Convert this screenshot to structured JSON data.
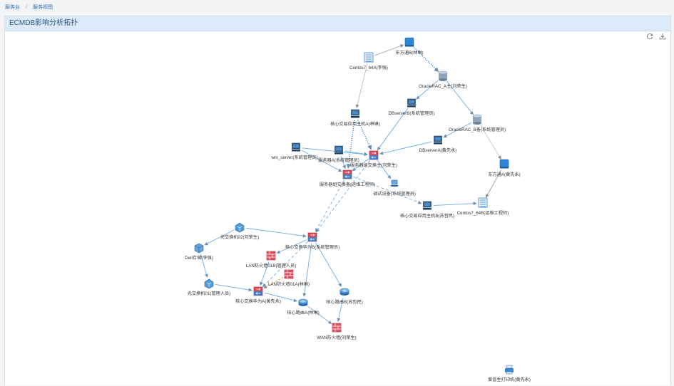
{
  "breadcrumb": {
    "home": "服务台",
    "current": "服务视图"
  },
  "panel": {
    "title": "ECMDB影响分析拓扑"
  },
  "colors": {
    "accent": "#2a6fb8",
    "header_bg": "#dcebf9",
    "edge": "#7eb3e0",
    "edge_dashed_orange": "#e8a23c"
  },
  "nodes": [
    {
      "id": "dongfang_b",
      "label": "东方通B(林琳)",
      "icon": "app-server-icon"
    },
    {
      "id": "centos_a",
      "label": "Centos7_64A(李强)",
      "icon": "os-list-icon"
    },
    {
      "id": "oracle_main",
      "label": "OracleRAC_A主(刘荣生)",
      "icon": "database-icon"
    },
    {
      "id": "dbserver_b",
      "label": "DBserverB(系统管理员)",
      "icon": "pc-icon"
    },
    {
      "id": "core_host_a",
      "label": "核心交易应用主机A(林琳)",
      "icon": "pc-icon"
    },
    {
      "id": "oracle_b",
      "label": "OracleRAC_B备(系统管理员)",
      "icon": "database-icon"
    },
    {
      "id": "dbserver_a",
      "label": "DBserverA(黄先永)",
      "icon": "pc-icon"
    },
    {
      "id": "win_server",
      "label": "win_server(系统管理员)",
      "icon": "pc-icon"
    },
    {
      "id": "server_a",
      "label": "服务器A(系统管理员)",
      "icon": "pc-icon"
    },
    {
      "id": "sw_main",
      "label": "服务器组交换主(刘荣生)",
      "icon": "switch-icon"
    },
    {
      "id": "sw_backup",
      "label": "服务器组交换备(运维工程师)",
      "icon": "switch-icon"
    },
    {
      "id": "dongfang_a",
      "label": "东方通A(黄先永)",
      "icon": "app-server-icon"
    },
    {
      "id": "debug_dev",
      "label": "调试设备(系统管理员)",
      "icon": "laptop-icon"
    },
    {
      "id": "centos_b",
      "label": "Centos7_64B(运维工程师)",
      "icon": "os-list-icon"
    },
    {
      "id": "core_host_b",
      "label": "核心交易应用主机B(苏哲民)",
      "icon": "pc-icon"
    },
    {
      "id": "fc_sw_02",
      "label": "光交换机02(刘荣生)",
      "icon": "fc-switch-icon"
    },
    {
      "id": "core_sw_b",
      "label": "核心交换华为B(系统管理员)",
      "icon": "switch-icon"
    },
    {
      "id": "dell_storage",
      "label": "Dell存储(李强)",
      "icon": "storage-icon"
    },
    {
      "id": "lan_fw_01b",
      "label": "LAN防火墙01B(管理人员)",
      "icon": "firewall-icon"
    },
    {
      "id": "lan_fw_01a",
      "label": "LAN防火墙01A(林琳)",
      "icon": "firewall-icon"
    },
    {
      "id": "fc_sw_01",
      "label": "光交换机01(管理人员)",
      "icon": "fc-switch-icon"
    },
    {
      "id": "core_sw_a",
      "label": "核心交换华为A(黄先永)",
      "icon": "switch-icon"
    },
    {
      "id": "core_router_b",
      "label": "核心路由B(苏哲民)",
      "icon": "router-icon"
    },
    {
      "id": "core_router_a",
      "label": "核心路由A(林琳)",
      "icon": "router-icon"
    },
    {
      "id": "wan_fw",
      "label": "WAN防火墙(刘荣生)",
      "icon": "firewall-icon"
    },
    {
      "id": "printer",
      "label": "爱普生打印机(黄先永)",
      "icon": "printer-icon"
    }
  ],
  "edges": [
    [
      "centos_a",
      "dongfang_b",
      "solid"
    ],
    [
      "dongfang_b",
      "oracle_main",
      "dotted"
    ],
    [
      "oracle_main",
      "dbserver_b",
      "solid"
    ],
    [
      "oracle_main",
      "oracle_b",
      "solid"
    ],
    [
      "centos_a",
      "core_host_a",
      "solid"
    ],
    [
      "core_host_a",
      "sw_main",
      "dotted"
    ],
    [
      "core_host_a",
      "sw_backup",
      "dotted"
    ],
    [
      "dbserver_b",
      "sw_main",
      "solid"
    ],
    [
      "dbserver_a",
      "sw_main",
      "solid"
    ],
    [
      "oracle_b",
      "dbserver_a",
      "solid"
    ],
    [
      "oracle_b",
      "dongfang_a",
      "solid"
    ],
    [
      "dongfang_a",
      "centos_b",
      "solid"
    ],
    [
      "win_server",
      "sw_backup",
      "solid"
    ],
    [
      "win_server",
      "sw_main",
      "solid"
    ],
    [
      "server_a",
      "sw_main",
      "solid"
    ],
    [
      "server_a",
      "sw_backup",
      "solid"
    ],
    [
      "sw_main",
      "sw_backup",
      "solid"
    ],
    [
      "sw_main",
      "debug_dev",
      "solid"
    ],
    [
      "sw_backup",
      "core_host_b",
      "dashed"
    ],
    [
      "core_host_b",
      "centos_b",
      "solid"
    ],
    [
      "sw_main",
      "core_sw_b",
      "dashed"
    ],
    [
      "sw_backup",
      "core_sw_b",
      "dashed"
    ],
    [
      "fc_sw_02",
      "core_sw_b",
      "solid"
    ],
    [
      "fc_sw_02",
      "dell_storage",
      "solid"
    ],
    [
      "dell_storage",
      "fc_sw_01",
      "solid"
    ],
    [
      "fc_sw_01",
      "core_sw_a",
      "solid"
    ],
    [
      "core_sw_b",
      "lan_fw_01b",
      "solid"
    ],
    [
      "core_sw_b",
      "core_sw_a",
      "dashed"
    ],
    [
      "core_sw_b",
      "core_router_b",
      "solid"
    ],
    [
      "core_sw_b",
      "core_router_a",
      "solid"
    ],
    [
      "lan_fw_01b",
      "core_sw_a",
      "solid"
    ],
    [
      "lan_fw_01a",
      "core_sw_a",
      "dashed_orange"
    ],
    [
      "core_sw_a",
      "core_router_a",
      "solid"
    ],
    [
      "core_router_a",
      "wan_fw",
      "solid"
    ],
    [
      "core_router_b",
      "wan_fw",
      "solid"
    ]
  ]
}
